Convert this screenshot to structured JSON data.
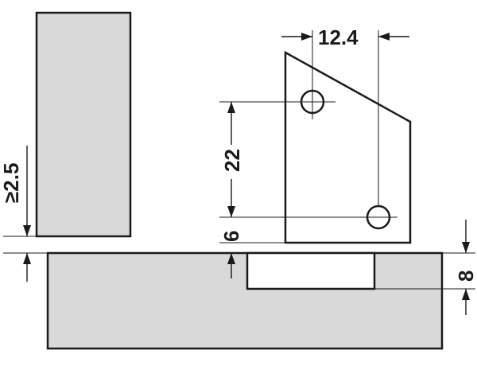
{
  "dimensions": {
    "hole_spacing_horizontal": "12.4",
    "hole_spacing_vertical": "22",
    "edge_distance": "6",
    "recess_depth": "8",
    "gap_min": "≥2.5"
  },
  "colors": {
    "part_fill": "#dad9d9",
    "outline": "#1a1a1a",
    "background": "#ffffff"
  }
}
